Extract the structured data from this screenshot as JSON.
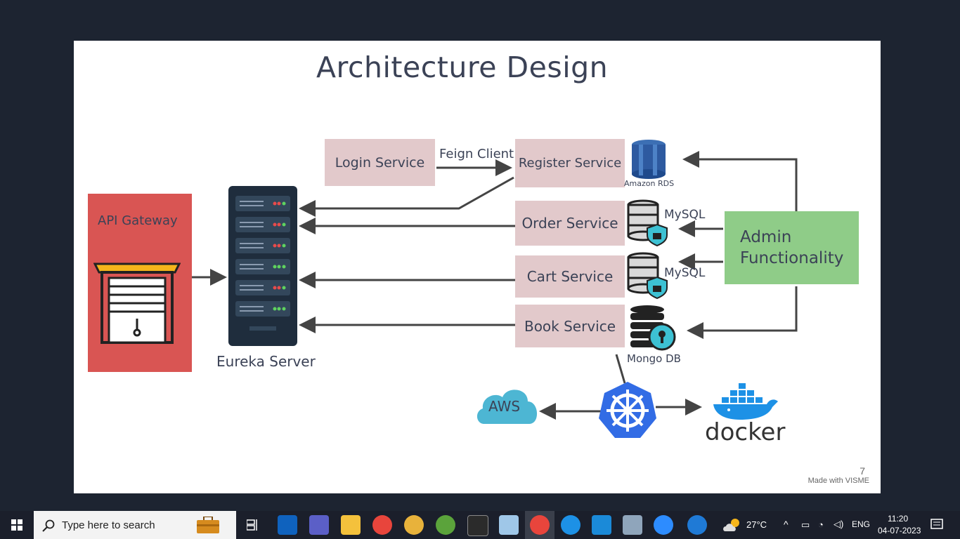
{
  "slide": {
    "title": "Architecture Design",
    "page_number": "7",
    "made_with": "Made with VISME"
  },
  "diagram": {
    "api_gateway": "API Gateway",
    "eureka_server": "Eureka Server",
    "login_service": "Login Service",
    "feign_client": "Feign Client",
    "register_service": "Register Service",
    "order_service": "Order Service",
    "cart_service": "Cart Service",
    "book_service": "Book Service",
    "amazon_rds": "Amazon RDS",
    "mysql_1": "MySQL",
    "mysql_2": "MySQL",
    "mongo_db": "Mongo DB",
    "admin_line1": "Admin",
    "admin_line2": "Functionality",
    "aws": "AWS",
    "docker": "docker",
    "colors": {
      "gateway": "#d95553",
      "service_box": "#e2c9cb",
      "admin": "#8fcc88",
      "server": "#1f2d3d",
      "kubernetes": "#326ce5",
      "aws": "#4db6d3",
      "docker": "#1d91e6"
    }
  },
  "taskbar": {
    "search_placeholder": "Type here to search",
    "weather": "27°C",
    "language": "ENG",
    "time": "11:20",
    "date": "04-07-2023",
    "apps": [
      "outlook-icon",
      "teams-icon",
      "file-explorer-icon",
      "chrome-icon",
      "slack-icon",
      "spring-icon",
      "terminal-icon",
      "notepad-icon",
      "chrome-active-icon",
      "docker-icon",
      "vscode-icon",
      "monitor-icon",
      "zoom-icon",
      "help-icon"
    ]
  }
}
